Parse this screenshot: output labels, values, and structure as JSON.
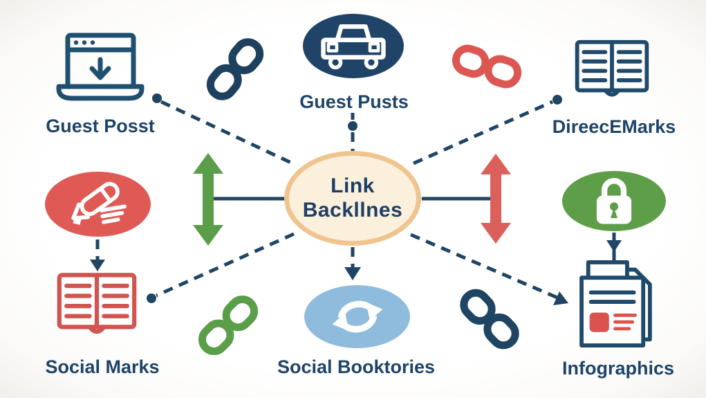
{
  "diagram": {
    "center": {
      "line1": "Link",
      "line2": "Backllnes"
    },
    "nodes": {
      "guest_post": {
        "label": "Guest Posst",
        "icon": "laptop-download-icon"
      },
      "guest_pusts": {
        "label": "Guest Pusts",
        "icon": "car-icon"
      },
      "direc_marks": {
        "label": "DireecEMarks",
        "icon": "open-book-icon"
      },
      "social_marks": {
        "label": "Social Marks",
        "icon": "open-book-icon"
      },
      "social_booktories": {
        "label": "Social Booktories",
        "icon": "sync-arrows-icon"
      },
      "infographics": {
        "label": "Infographics",
        "icon": "documents-icon"
      }
    },
    "decorations": [
      "chain-link-icon-top-left",
      "chain-link-icon-top-right",
      "chain-link-icon-bottom-left",
      "chain-link-icon-bottom-right",
      "double-arrow-vertical-green",
      "double-arrow-vertical-red",
      "pencil-icon",
      "lock-icon"
    ],
    "colors": {
      "navy_text": "#1d4468",
      "navy_icon": "#205070",
      "navy_ellipse": "#1f4468",
      "red": "#dc5752",
      "red_ellipse": "#e05a55",
      "green": "#5b9e4a",
      "green_ellipse": "#5f9e49",
      "light_blue_ellipse": "#8fbcdc",
      "center_fill": "#faf0dc",
      "center_border": "#f0c48f",
      "connector": "#1f4464"
    }
  }
}
